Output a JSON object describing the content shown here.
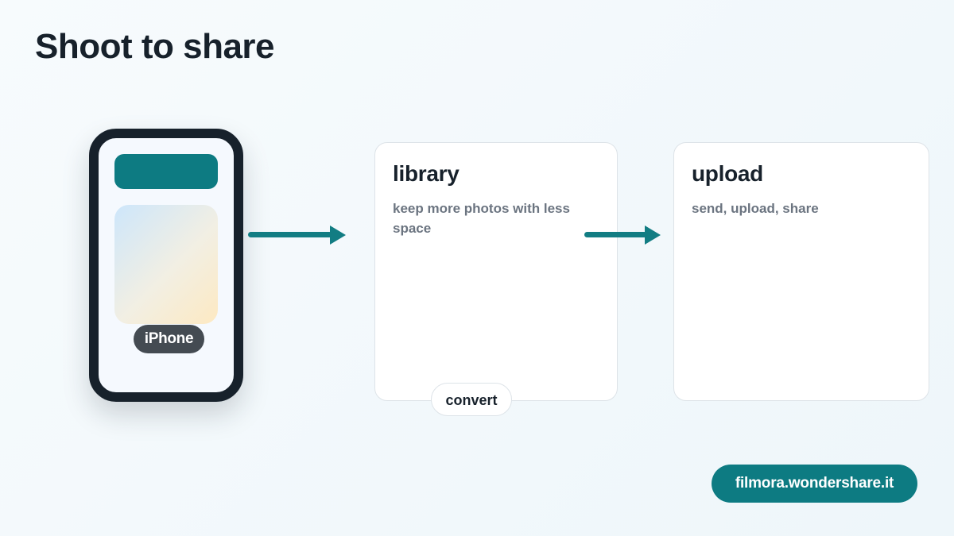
{
  "title": "Shoot to share",
  "phone": {
    "label": "iPhone"
  },
  "steps": [
    {
      "title": "library",
      "description": "keep more photos with less space",
      "badge": "convert"
    },
    {
      "title": "upload",
      "description": "send, upload, share"
    }
  ],
  "brand": "filmora.wondershare.it",
  "colors": {
    "accent": "#0d7b82",
    "dark": "#17212b",
    "muted_text": "#6b7480",
    "card_background": "#ffffff"
  }
}
